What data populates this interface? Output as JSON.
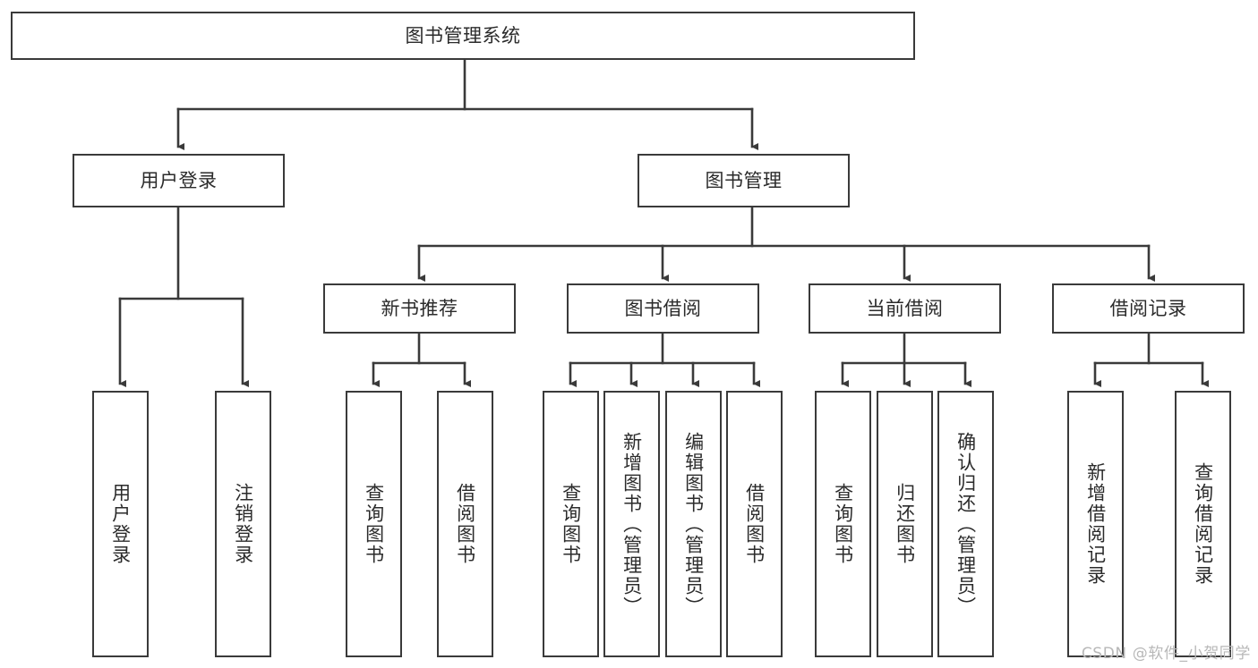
{
  "diagram": {
    "type": "tree-hierarchy-chart",
    "title": "图书管理系统",
    "colors": {
      "background": "#ffffff",
      "box_border": "#3a3a3a",
      "box_fill": "#ffffff",
      "connector": "#3a3a3a",
      "text": "#2b2b2b",
      "watermark": "#b8b8b8"
    },
    "watermark": "CSDN @软件_小贺同学",
    "nodes": {
      "root": {
        "label": "图书管理系统",
        "orientation": "horizontal"
      },
      "level2": [
        {
          "id": "user-login",
          "label": "用户登录",
          "orientation": "horizontal"
        },
        {
          "id": "book-manage",
          "label": "图书管理",
          "orientation": "horizontal"
        }
      ],
      "level3": [
        {
          "id": "new-book-recommend",
          "label": "新书推荐",
          "orientation": "horizontal"
        },
        {
          "id": "book-borrow",
          "label": "图书借阅",
          "orientation": "horizontal"
        },
        {
          "id": "current-borrow",
          "label": "当前借阅",
          "orientation": "horizontal"
        },
        {
          "id": "borrow-record",
          "label": "借阅记录",
          "orientation": "horizontal"
        }
      ],
      "leaves": {
        "user-login": [
          {
            "id": "leaf-user-login",
            "label": "用户登录",
            "orientation": "vertical"
          },
          {
            "id": "leaf-user-logout",
            "label": "注销登录",
            "orientation": "vertical"
          }
        ],
        "new-book-recommend": [
          {
            "id": "leaf-query-book-1",
            "label": "查询图书",
            "orientation": "vertical"
          },
          {
            "id": "leaf-borrow-book-1",
            "label": "借阅图书",
            "orientation": "vertical"
          }
        ],
        "book-borrow": [
          {
            "id": "leaf-query-book-2",
            "label": "查询图书",
            "orientation": "vertical"
          },
          {
            "id": "leaf-add-book",
            "label": "新增图书（管理员）",
            "orientation": "vertical"
          },
          {
            "id": "leaf-edit-book",
            "label": "编辑图书（管理员）",
            "orientation": "vertical"
          },
          {
            "id": "leaf-borrow-book-2",
            "label": "借阅图书",
            "orientation": "vertical"
          }
        ],
        "current-borrow": [
          {
            "id": "leaf-query-book-3",
            "label": "查询图书",
            "orientation": "vertical"
          },
          {
            "id": "leaf-return-book",
            "label": "归还图书",
            "orientation": "vertical"
          },
          {
            "id": "leaf-confirm-return",
            "label": "确认归还（管理员）",
            "orientation": "vertical"
          }
        ],
        "borrow-record": [
          {
            "id": "leaf-add-record",
            "label": "新增借阅记录",
            "orientation": "vertical"
          },
          {
            "id": "leaf-query-record",
            "label": "查询借阅记录",
            "orientation": "vertical"
          }
        ]
      }
    }
  }
}
